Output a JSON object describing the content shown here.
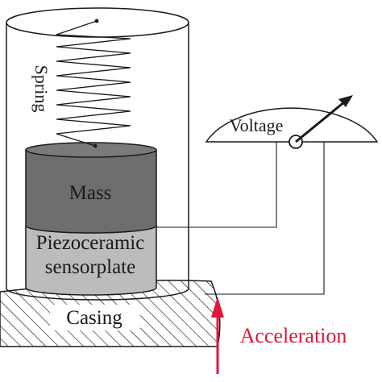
{
  "labels": {
    "spring": "Spring",
    "mass": "Mass",
    "plate_line1": "Piezoceramic",
    "plate_line2": "sensorplate",
    "casing": "Casing",
    "voltage": "Voltage",
    "acceleration": "Acceleration"
  },
  "colors": {
    "mass_fill": "#6e6e6e",
    "plate_fill": "#bcbcbc",
    "line": "#1a1a1a",
    "acceleration": "#e0173a"
  }
}
